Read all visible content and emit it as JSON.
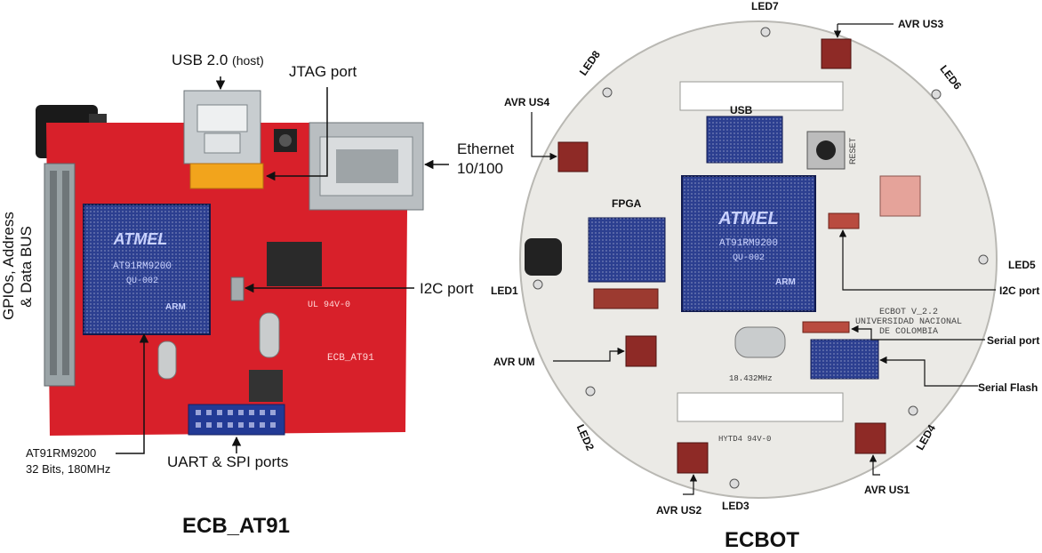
{
  "left_board": {
    "caption": "ECB_AT91",
    "labels": {
      "usb": "USB 2.0",
      "usb_host": "(host)",
      "jtag": "JTAG port",
      "ethernet_1": "Ethernet",
      "ethernet_2": "10/100",
      "gpio_1": "GPIOs, Address",
      "gpio_2": "& Data BUS",
      "i2c": "I2C port",
      "cpu_1": "AT91RM9200",
      "cpu_2": "32 Bits, 180MHz",
      "uart": "UART & SPI ports"
    },
    "silkscreen": {
      "brand": "ATMEL",
      "chip": "AT91RM9200",
      "chip_sub": "QU-002",
      "arm": "ARM",
      "board_name": "ECB_AT91",
      "ul": "UL 94V-0"
    }
  },
  "right_board": {
    "caption": "ECBOT",
    "labels": {
      "led7": "LED7",
      "avr_us3": "AVR US3",
      "led8": "LED8",
      "led6": "LED6",
      "avr_us4": "AVR US4",
      "usb": "USB",
      "fpga": "FPGA",
      "led1": "LED1",
      "led5": "LED5",
      "i2c": "I2C port",
      "serial_port": "Serial port",
      "avr_um": "AVR UM",
      "serial_flash": "Serial Flash",
      "led2": "LED2",
      "led4": "LED4",
      "avr_us1": "AVR US1",
      "avr_us2": "AVR US2",
      "led3": "LED3"
    },
    "silkscreen": {
      "brand": "ATMEL",
      "chip": "AT91RM9200",
      "chip_sub": "QU-002",
      "arm": "ARM",
      "reset": "RESET",
      "crystal": "18.432MHz",
      "title_1": "ECBOT V_2.2",
      "title_2": "UNIVERSIDAD NACIONAL",
      "title_3": "DE COLOMBIA",
      "ul": "HYTD4 94V-0"
    }
  },
  "colors": {
    "pcb_red": "#d8202a",
    "pcb_white": "#ebeae6",
    "chip_blue": "#2c3f90",
    "avr_red": "#8e2a26",
    "header_gray": "#9aa3a6",
    "jtag_orange": "#f2a41c"
  }
}
